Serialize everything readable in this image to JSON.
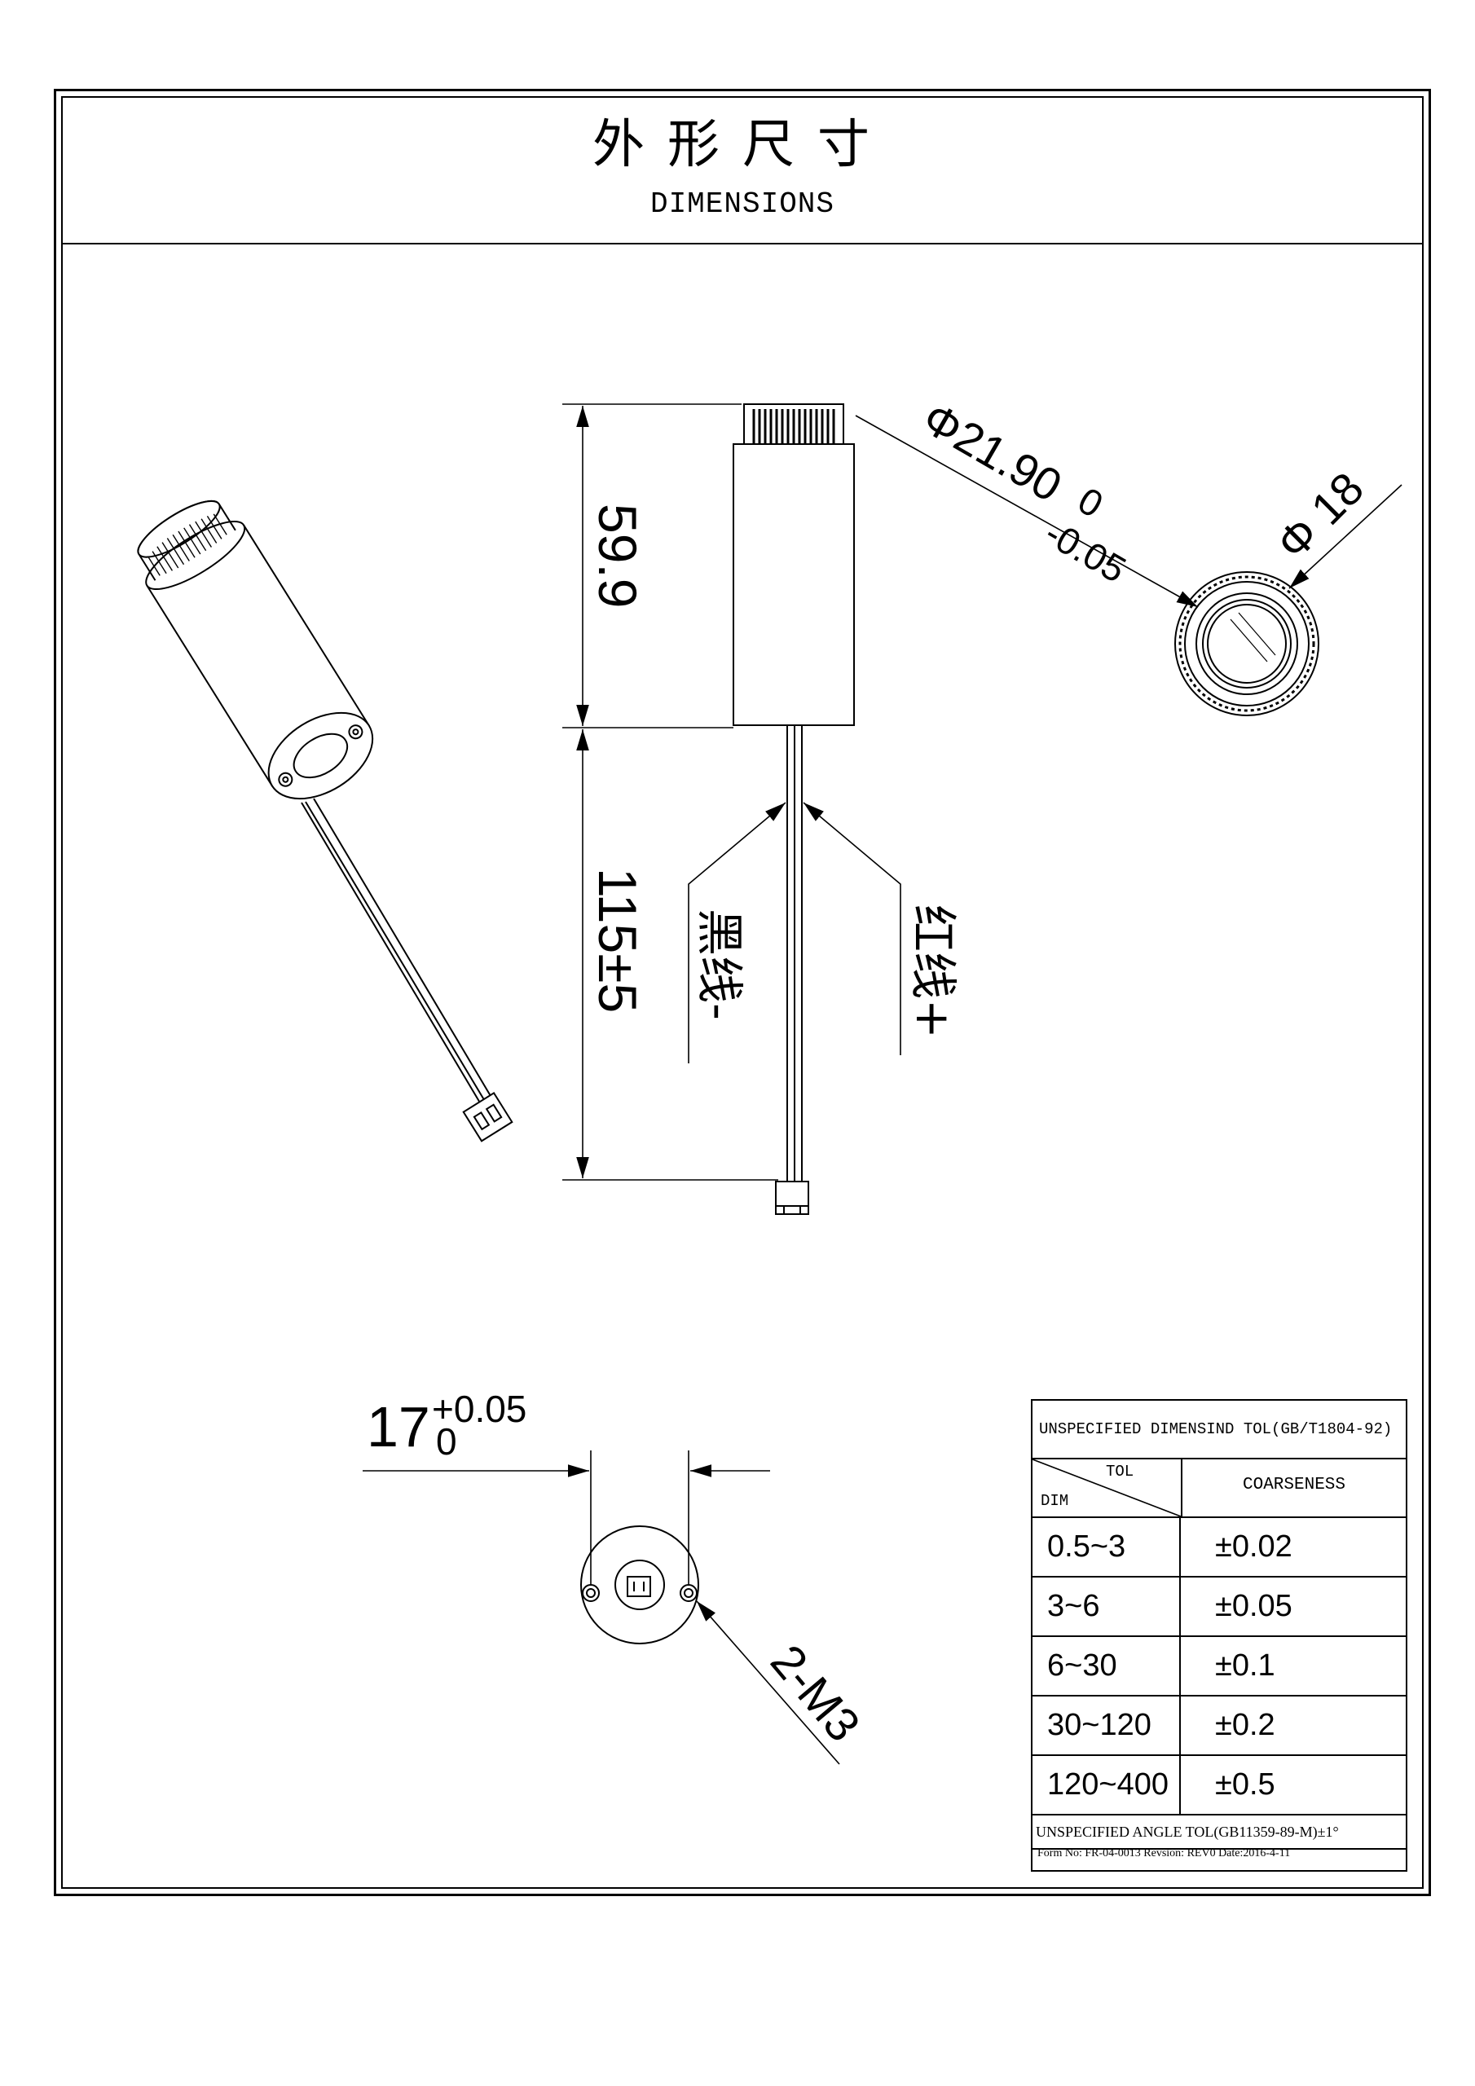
{
  "header": {
    "title_cn": "外形尺寸",
    "title_en": "DIMENSIONS"
  },
  "dimensions": {
    "body_length": "59.9",
    "wire_length": "115±5",
    "outer_diameter": "Φ21.90",
    "outer_tol_upper": "0",
    "outer_tol_lower": "-0.05",
    "inner_diameter": "Φ 18",
    "hole_spacing": "17",
    "hole_tol_upper": "+0.05",
    "hole_tol_lower": "0",
    "mount_holes": "2-M3"
  },
  "wires": {
    "black": "黑线-",
    "red": "红线+"
  },
  "tolerance_table": {
    "standard": "UNSPECIFIED DIMENSIND TOL(GB/T1804-92)",
    "col_tol": "TOL",
    "col_dim": "DIM",
    "col_class": "COARSENESS",
    "rows": [
      {
        "range": "0.5~3",
        "tol": "±0.02"
      },
      {
        "range": "3~6",
        "tol": "±0.05"
      },
      {
        "range": "6~30",
        "tol": "±0.1"
      },
      {
        "range": "30~120",
        "tol": "±0.2"
      },
      {
        "range": "120~400",
        "tol": "±0.5"
      }
    ],
    "angle_note": "UNSPECIFIED ANGLE TOL(GB11359-89-M)±1°",
    "form_note": "Form No: FR-04-0013 Revsion: REV0 Date:2016-4-11"
  }
}
